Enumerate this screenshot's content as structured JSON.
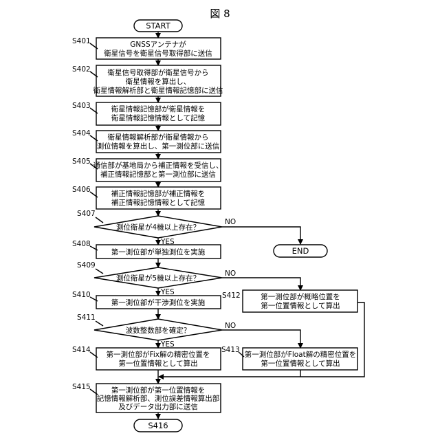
{
  "figure_title": "図 8",
  "start": "START",
  "end": "END",
  "terminal_s416": "S416",
  "branch_yes": "YES",
  "branch_no": "NO",
  "steps": {
    "s401": {
      "id": "S401",
      "lines": [
        "GNSSアンテナが",
        "衛星信号を衛星信号取得部に送信"
      ]
    },
    "s402": {
      "id": "S402",
      "lines": [
        "衛星信号取得部が衛星信号から",
        "衛星情報を算出し、",
        "衛星情報解析部と衛星情報記憶部に送信"
      ]
    },
    "s403": {
      "id": "S403",
      "lines": [
        "衛星情報記憶部が衛星情報を",
        "衛星情報記憶情報として記憶"
      ]
    },
    "s404": {
      "id": "S404",
      "lines": [
        "衛星情報解析部が衛星情報から",
        "測位情報を算出し、第一測位部に送信"
      ]
    },
    "s405": {
      "id": "S405",
      "lines": [
        "通信部が基地局から補正情報を受信し、",
        "補正情報記憶部と第一測位部に送信"
      ]
    },
    "s406": {
      "id": "S406",
      "lines": [
        "補正情報記憶部が補正情報を",
        "補正情報記憶情報として記憶"
      ]
    },
    "s407": {
      "id": "S407",
      "lines": [
        "測位衛星が4機以上存在？"
      ]
    },
    "s408": {
      "id": "S408",
      "lines": [
        "第一測位部が単独測位を実施"
      ]
    },
    "s409": {
      "id": "S409",
      "lines": [
        "測位衛星が5機以上存在？"
      ]
    },
    "s410": {
      "id": "S410",
      "lines": [
        "第一測位部が干渉測位を実施"
      ]
    },
    "s411": {
      "id": "S411",
      "lines": [
        "波数整数部を確定？"
      ]
    },
    "s412": {
      "id": "S412",
      "lines": [
        "第一測位部が概略位置を",
        "第一位置情報として算出"
      ]
    },
    "s413": {
      "id": "S413",
      "lines": [
        "第一測位部がFloat解の精密位置を",
        "第一位置情報として算出"
      ]
    },
    "s414": {
      "id": "S414",
      "lines": [
        "第一測位部がFix解の精密位置を",
        "第一位置情報として算出"
      ]
    },
    "s415": {
      "id": "S415",
      "lines": [
        "第一測位部が第一位置情報を",
        "記憶情報解析部、測位誤差情報算出部",
        "及びデータ出力部に送信"
      ]
    }
  }
}
